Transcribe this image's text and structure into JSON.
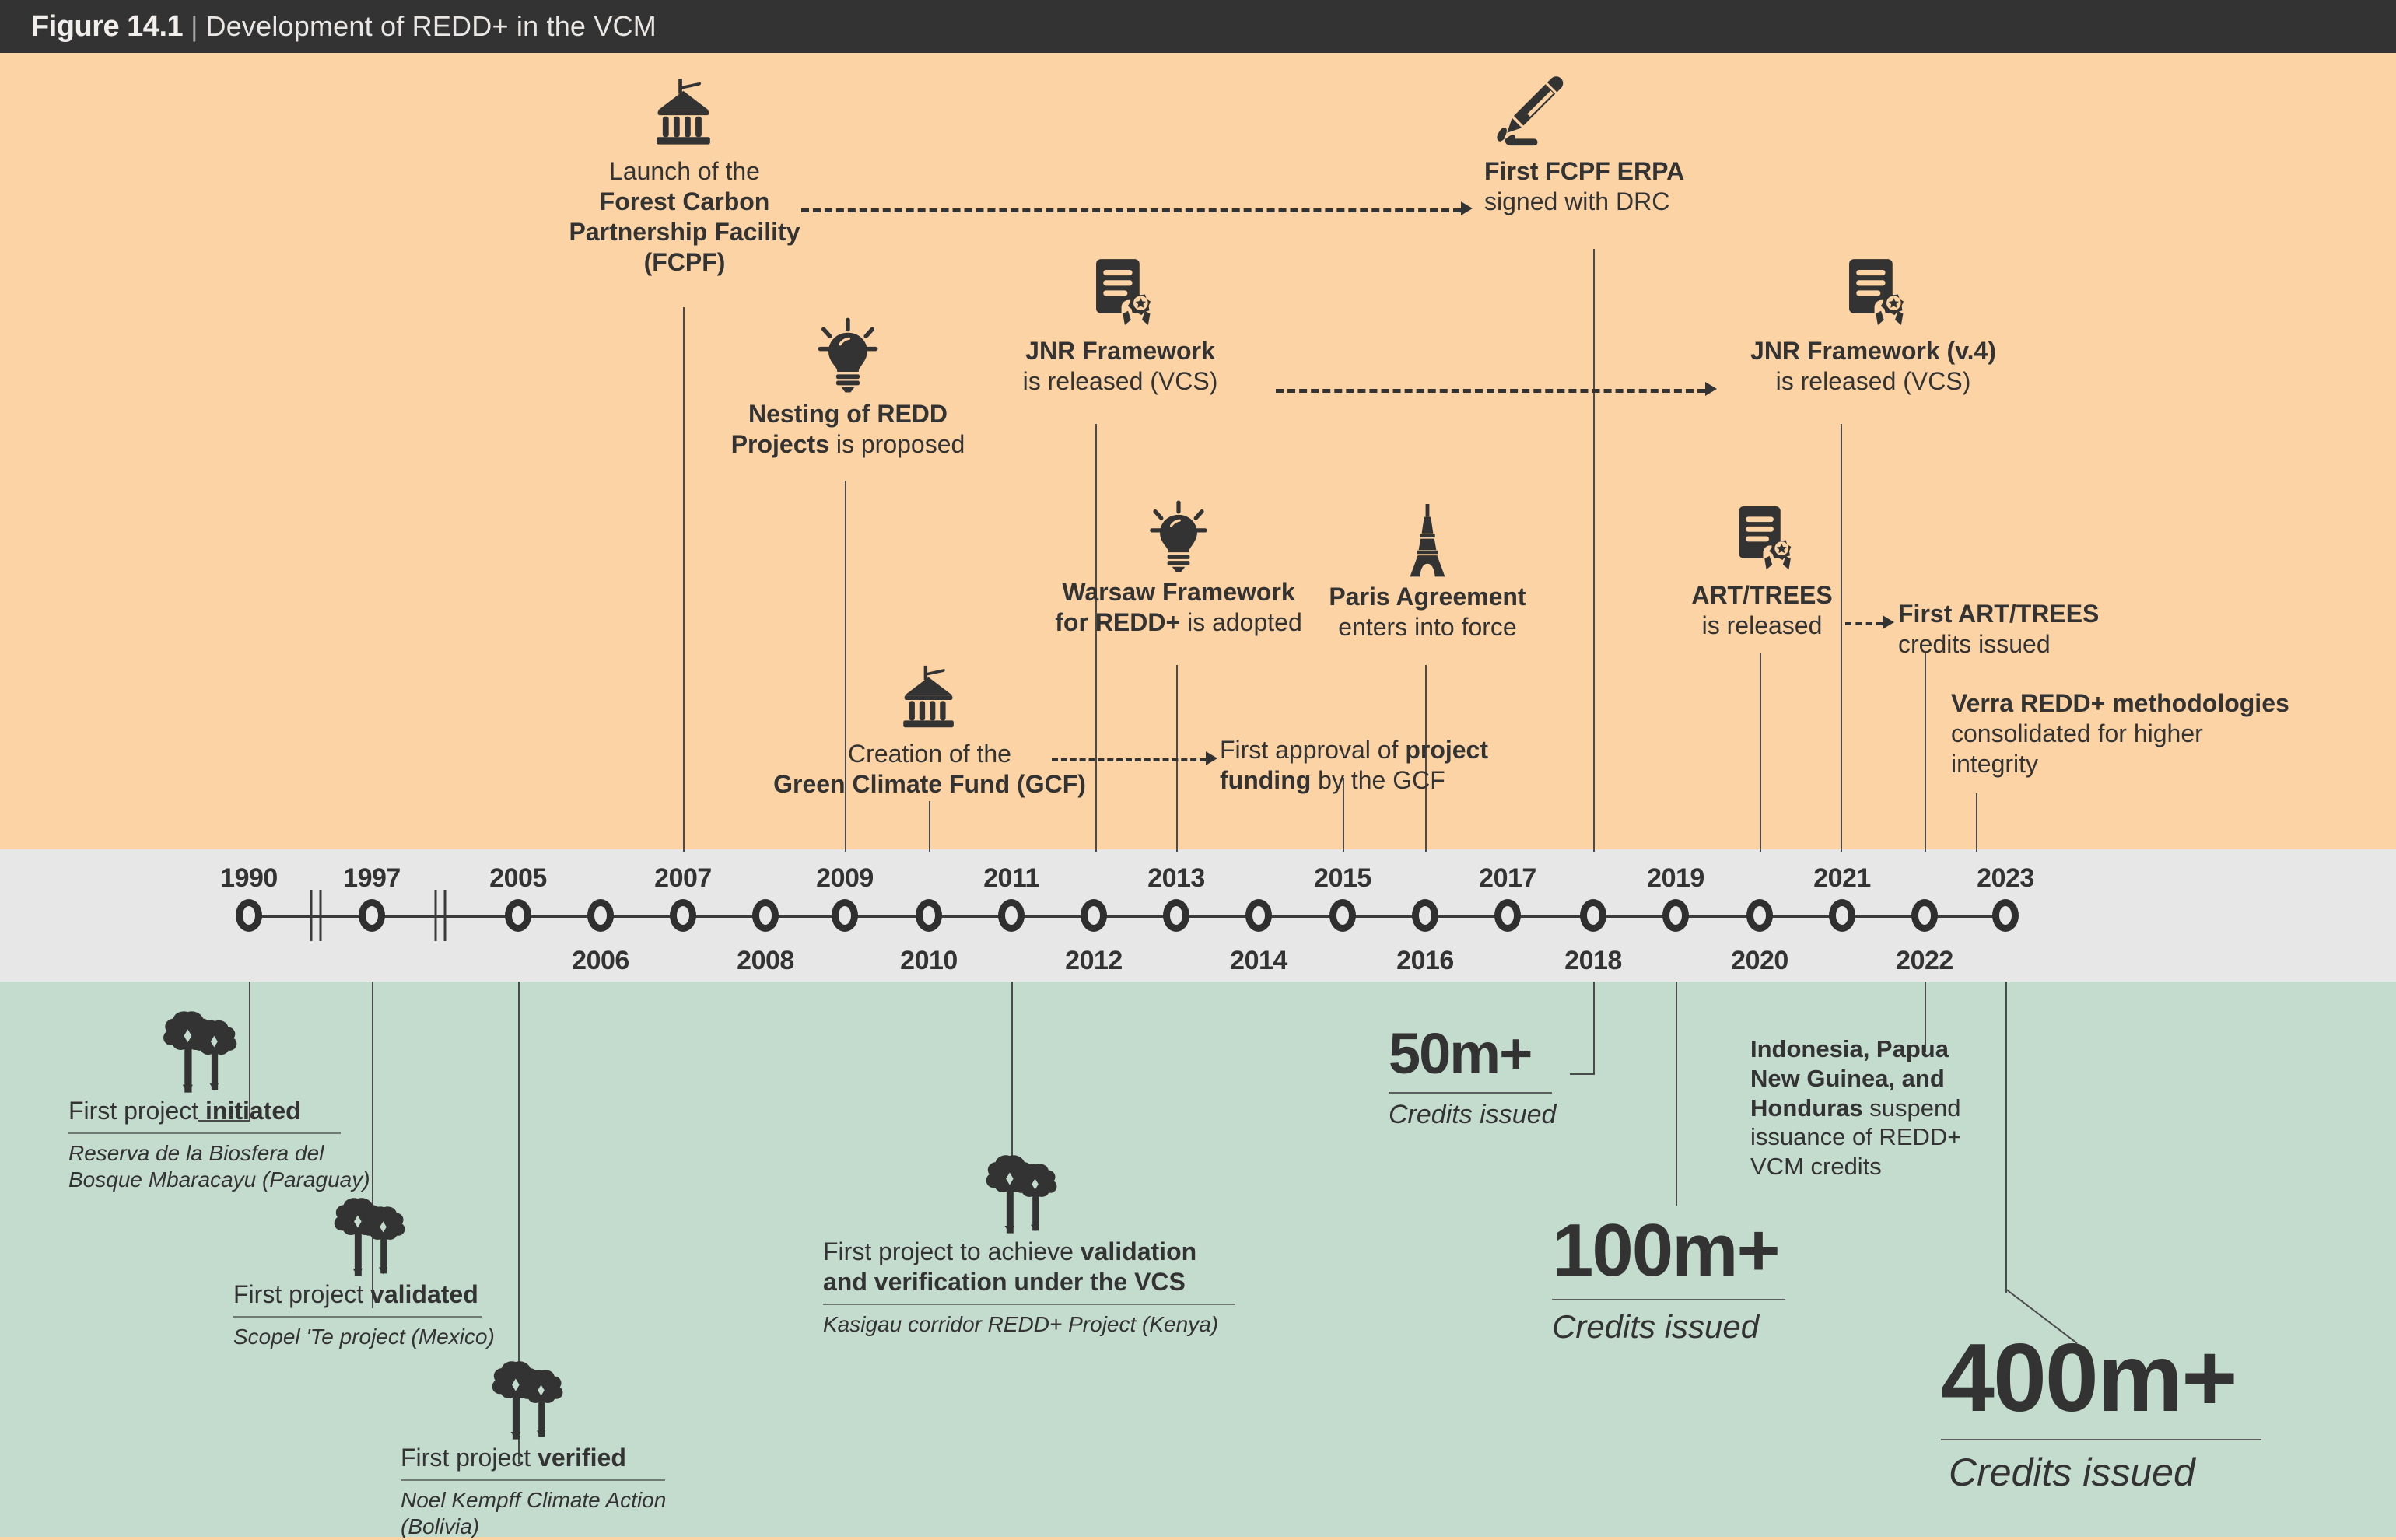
{
  "header": {
    "figure_label": "Figure 14.1",
    "separator": "|",
    "title": "Development of REDD+ in the VCM"
  },
  "colors": {
    "header_bar": "#333333",
    "orange_band": "#FCD3A4",
    "axis_band": "#E7E7E7",
    "green_band": "#C4DCCE",
    "ink": "#333333"
  },
  "axis": {
    "years": [
      "1990",
      "1997",
      "2005",
      "2006",
      "2007",
      "2008",
      "2009",
      "2010",
      "2011",
      "2012",
      "2013",
      "2014",
      "2015",
      "2016",
      "2017",
      "2018",
      "2019",
      "2020",
      "2021",
      "2022",
      "2023"
    ],
    "labels_above": [
      "1990",
      "1997",
      "2005",
      "2007",
      "2009",
      "2011",
      "2013",
      "2015",
      "2017",
      "2019",
      "2021",
      "2023"
    ],
    "labels_below": [
      "2006",
      "2008",
      "2010",
      "2012",
      "2014",
      "2016",
      "2018",
      "2020",
      "2022"
    ],
    "break_marks": 2
  },
  "above_events": [
    {
      "id": "fcpf",
      "icon": "bank-flag-icon",
      "year": "2007",
      "line1": "Launch of the",
      "line2": "Forest Carbon",
      "line3": "Partnership Facility",
      "line4": "(FCPF)",
      "bold_lines": [
        2,
        3,
        4
      ]
    },
    {
      "id": "fcpf-erpa",
      "icon": "pen-signature-icon",
      "year": "2018",
      "bold_text": "First FCPF ERPA",
      "light_text": "signed with DRC"
    },
    {
      "id": "nesting",
      "icon": "lightbulb-icon",
      "year": "2009",
      "bold_text": "Nesting of REDD Projects",
      "light_text": "is proposed",
      "line1_bold": "Nesting of REDD",
      "line2_bold": "Projects",
      "line2_light": " is proposed"
    },
    {
      "id": "jnr",
      "icon": "certificate-seal-icon",
      "year": "2011",
      "bold_text": "JNR Framework",
      "light_text": "is released (VCS)"
    },
    {
      "id": "jnr-v4",
      "icon": "certificate-seal-icon",
      "year": "2021",
      "bold_text": "JNR Framework (v.4)",
      "light_text": "is released (VCS)"
    },
    {
      "id": "warsaw",
      "icon": "lightbulb-icon",
      "year": "2013",
      "line1_bold": "Warsaw Framework",
      "line2_bold": "for REDD+",
      "line2_light": " is adopted"
    },
    {
      "id": "paris",
      "icon": "eiffel-tower-icon",
      "year": "2016",
      "bold_text": "Paris Agreement",
      "light_text": "enters into force"
    },
    {
      "id": "art-trees",
      "icon": "certificate-seal-icon",
      "year": "2020",
      "bold_text": "ART/TREES",
      "light_text": "is released"
    },
    {
      "id": "first-art-trees-credits",
      "year": "2022",
      "bold_text": "First ART/TREES",
      "light_text": "credits issued"
    },
    {
      "id": "gcf",
      "icon": "bank-flag-icon",
      "year": "2010",
      "line1_light": "Creation of the",
      "line2_bold": "Green Climate Fund (GCF)"
    },
    {
      "id": "gcf-funding",
      "year": "2015",
      "line1_light": "First approval of ",
      "line1_bold": "project",
      "line2_bold": "funding",
      "line2_light": " by the GCF"
    },
    {
      "id": "verra",
      "year": "2022",
      "line1_bold": "Verra REDD+ methodologies",
      "line2_light": "consolidated for higher",
      "line3_light": "integrity"
    }
  ],
  "below_events": [
    {
      "id": "first-initiated",
      "icon": "two-trees-icon",
      "year": "1990",
      "label_light": "First project ",
      "label_bold": "initiated",
      "sub_line1": "Reserva de la Biosfera del",
      "sub_line2": "Bosque Mbaracayu (Paraguay)"
    },
    {
      "id": "first-validated",
      "icon": "two-trees-icon",
      "year": "1997",
      "label_light": "First project ",
      "label_bold": "validated",
      "sub_line1": "Scopel 'Te project (Mexico)"
    },
    {
      "id": "first-verified",
      "icon": "two-trees-icon",
      "year": "2005",
      "label_light": "First project ",
      "label_bold": "verified",
      "sub_line1": "Noel Kempff Climate Action",
      "sub_line2": "(Bolivia)"
    },
    {
      "id": "first-vcs",
      "icon": "two-trees-icon",
      "year": "2011",
      "line1_light": "First project to achieve ",
      "line1_bold": "validation",
      "line2_bold": "and verification under the VCS",
      "sub_line1": "Kasigau corridor REDD+ Project (Kenya)"
    },
    {
      "id": "suspensions",
      "year": "2022",
      "line1_bold": "Indonesia, Papua",
      "line2_bold": "New Guinea, and",
      "line3_bold": "Honduras",
      "line3_light": " suspend",
      "line4_light": "issuance of REDD+",
      "line5_light": "VCM credits"
    }
  ],
  "credit_milestones": [
    {
      "id": "credits-50m",
      "value": "50m+",
      "label": "Credits issued",
      "year": "2018"
    },
    {
      "id": "credits-100m",
      "value": "100m+",
      "label": "Credits issued",
      "year": "2019"
    },
    {
      "id": "credits-400m",
      "value": "400m+",
      "label": "Credits issued",
      "year": "2023"
    }
  ]
}
